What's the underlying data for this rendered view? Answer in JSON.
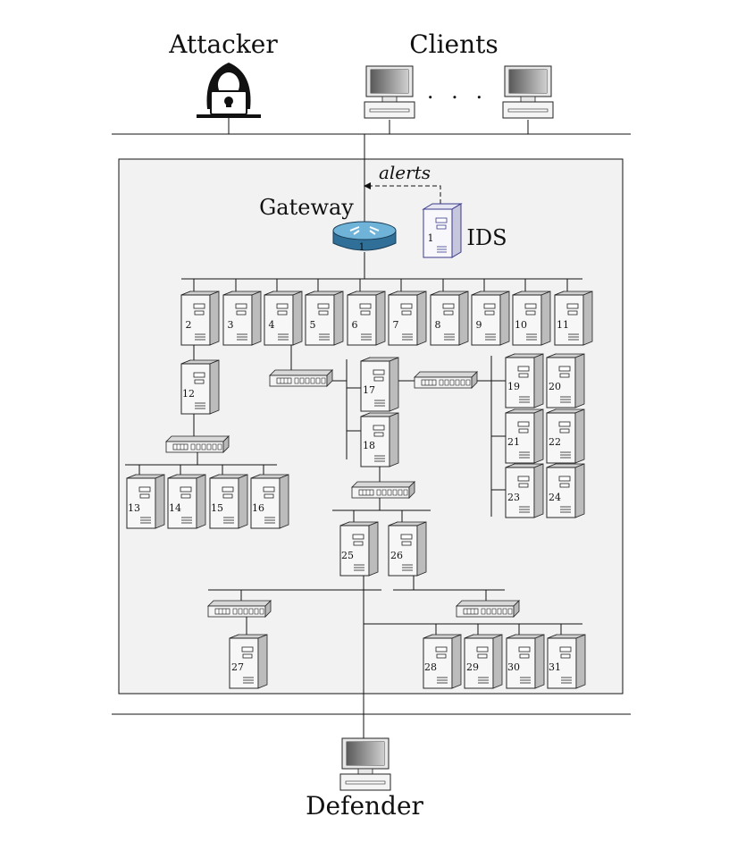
{
  "labels": {
    "attacker": "Attacker",
    "clients": "Clients",
    "ellipsis": ". . .",
    "alerts": "alerts",
    "gateway": "Gateway",
    "ids": "IDS",
    "defender": "Defender"
  },
  "nodes": {
    "gateway_id": "1",
    "ids_id": "1",
    "row1": [
      "2",
      "3",
      "4",
      "5",
      "6",
      "7",
      "8",
      "9",
      "10",
      "11"
    ],
    "n12": "12",
    "left_group": [
      "13",
      "14",
      "15",
      "16"
    ],
    "n17": "17",
    "n18": "18",
    "right_group": [
      "19",
      "20",
      "21",
      "22",
      "23",
      "24"
    ],
    "n25": "25",
    "n26": "26",
    "n27": "27",
    "bottom_right": [
      "28",
      "29",
      "30",
      "31"
    ]
  },
  "colors": {
    "panel_bg": "#f2f2f2",
    "ids_outline": "#3a3a8c",
    "router_top": "#6fb4d8",
    "router_side": "#2f6f98"
  }
}
